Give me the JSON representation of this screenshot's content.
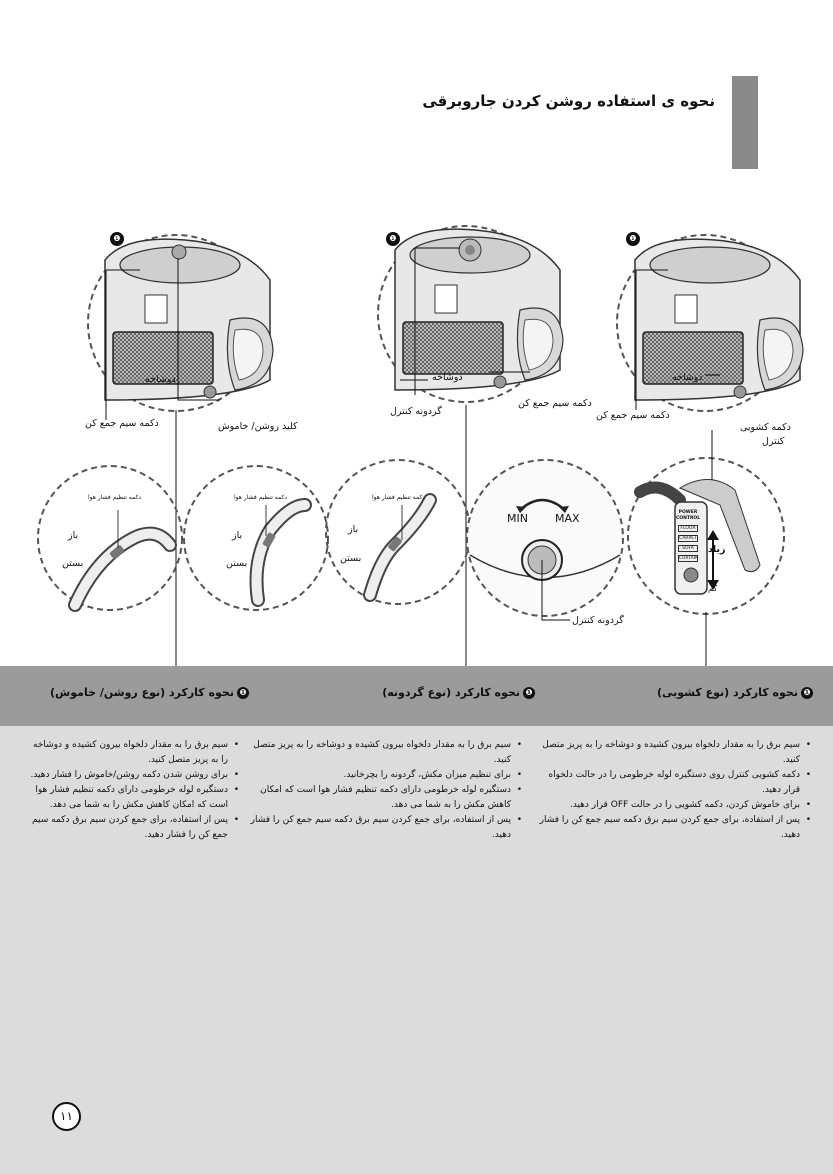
{
  "title": "نحوه ی استفاده   روشن کردن جاروبرقی",
  "top_figures": {
    "badge": "❶",
    "left": {
      "hose_connector": "دوشاخه",
      "cord_button": "دکمه سیم جمع کن",
      "power_switch": "کلید روشن/ خاموش"
    },
    "middle": {
      "hose_connector": "دوشاخه",
      "control_knob": "گردونه کنترل",
      "cord_button": "دکمه سیم جمع کن"
    },
    "right": {
      "hose_connector": "دوشاخه",
      "cord_button": "دکمه سیم جمع کن",
      "slide_button_line1": "دکمه کشویی",
      "slide_button_line2": "کنترل"
    }
  },
  "bottom_figures": {
    "air_button": "دکمه تنظیم فشار هوا",
    "open": "باز",
    "close": "بستن",
    "min": "MIN",
    "max": "MAX",
    "knob_label": "گردونه کنترل",
    "more": "زیاد",
    "less": "کم",
    "power_control_line1": "POWER",
    "power_control_line2": "CONTROL",
    "modes": [
      "FLOOR",
      "CARPET",
      "SOFA",
      "CURTAIN"
    ]
  },
  "sections": [
    {
      "number": "❶",
      "title": "نحوه کارکرد (نوع کشویی)",
      "items": [
        "سیم برق را به مقدار دلخواه بیرون کشیده و دوشاخه را به پریز متصل کنید.",
        "دکمه کشویی کنترل روی دستگیره لوله خرطومی را در حالت دلخواه قرار دهید.",
        "برای خاموش کردن، دکمه کشویی را در حالت OFF قرار دهید.",
        "پس از استفاده، برای جمع کردن سیم برق دکمه سیم جمع کن را فشار دهید."
      ]
    },
    {
      "number": "❶",
      "title": "نحوه کارکرد (نوع گردونه)",
      "items": [
        "سیم برق را به مقدار دلخواه بیرون کشیده و دوشاخه را به پریز متصل کنید.",
        "برای تنظیم میزان مکش، گردونه را بچرخانید.",
        "دستگیره لوله خرطومی دارای دکمه تنظیم فشار هوا است که امکان کاهش مکش را به شما می دهد.",
        "پس از استفاده، برای جمع کردن سیم برق دکمه سیم جمع کن را فشار دهید."
      ]
    },
    {
      "number": "❶",
      "title": "نحوه کارکرد (نوع روشن/ خاموش)",
      "items": [
        "سیم برق را به مقدار دلخواه بیرون کشیده و دوشاخه را به پریز متصل کنید.",
        "برای روشن شدن دکمه روشن/خاموش را فشار دهید.",
        "دستگیره لوله خرطومی دارای دکمه تنظیم فشار هوا است که امکان کاهش مکش را به شما می دهد.",
        "پس از استفاده، برای جمع کردن سیم برق دکمه سیم جمع کن را فشار دهید."
      ]
    }
  ],
  "page_number": "۱۱"
}
